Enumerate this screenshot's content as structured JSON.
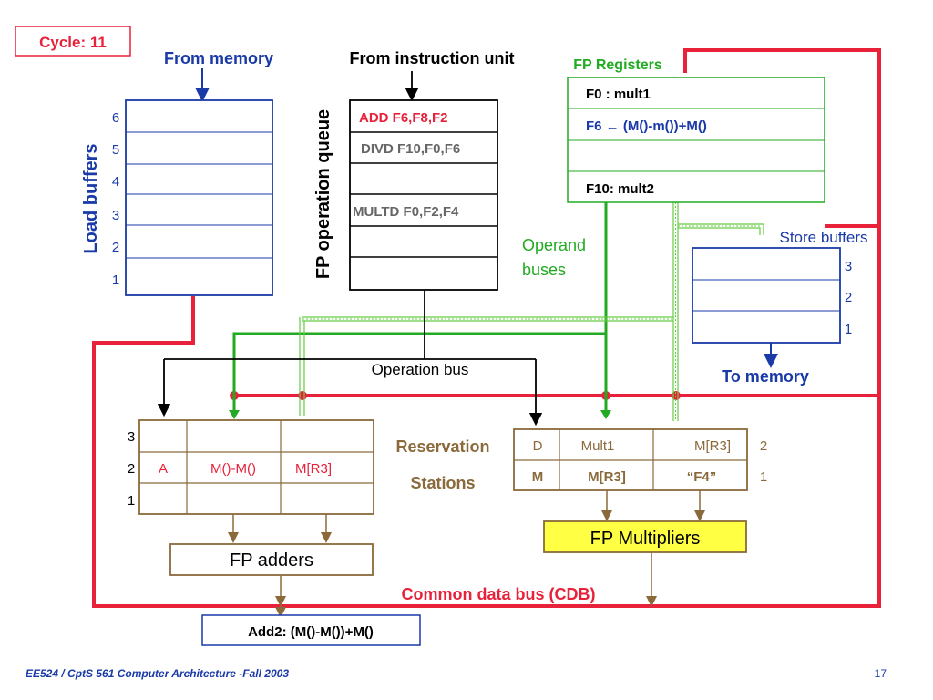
{
  "cycle_label": "Cycle: 11",
  "from_memory": "From memory",
  "from_instruction_unit": "From instruction unit",
  "load_buffers": {
    "title": "Load buffers",
    "rows": [
      "6",
      "5",
      "4",
      "3",
      "2",
      "1"
    ]
  },
  "fp_queue": {
    "title": "FP operation queue",
    "entries": [
      "ADD F6,F8,F2",
      "DIVD F10,F0,F6",
      "",
      "MULTD F0,F2,F4",
      "",
      ""
    ]
  },
  "fp_registers": {
    "title": "FP Registers",
    "rows": [
      "F0 : mult1",
      "F6 ← (M()-m())+M()",
      "",
      "F10: mult2"
    ]
  },
  "operand_buses": [
    "Operand",
    "buses"
  ],
  "store_buffers": {
    "title": "Store buffers",
    "rows": [
      "3",
      "2",
      "1"
    ]
  },
  "to_memory": "To memory",
  "operation_bus": "Operation bus",
  "reservation_stations_label": [
    "Reservation",
    "Stations"
  ],
  "adder_rs": {
    "rows": [
      {
        "num": "3",
        "op": "",
        "v1": "",
        "v2": ""
      },
      {
        "num": "2",
        "op": "A",
        "v1": "M()-M()",
        "v2": "M[R3]"
      },
      {
        "num": "1",
        "op": "",
        "v1": "",
        "v2": ""
      }
    ]
  },
  "mult_rs": {
    "rows": [
      {
        "num": "2",
        "op": "D",
        "v1": "Mult1",
        "v2": "M[R3]"
      },
      {
        "num": "1",
        "op": "M",
        "v1": "M[R3]",
        "v2": "“F4”"
      }
    ]
  },
  "fp_adders": "FP adders",
  "fp_multipliers": "FP Multipliers",
  "cdb_label": "Common data bus (CDB)",
  "adder_output": "Add2: (M()-M())+M()",
  "footer": {
    "course": "EE524 / CptS 561 Computer Architecture  -Fall 2003",
    "page": "17"
  },
  "colors": {
    "cdb": "#e8223a",
    "operand": "#22aa22",
    "blue": "#1a3aa8",
    "brown": "#8a6a3a",
    "highlight": "#ffff44"
  }
}
